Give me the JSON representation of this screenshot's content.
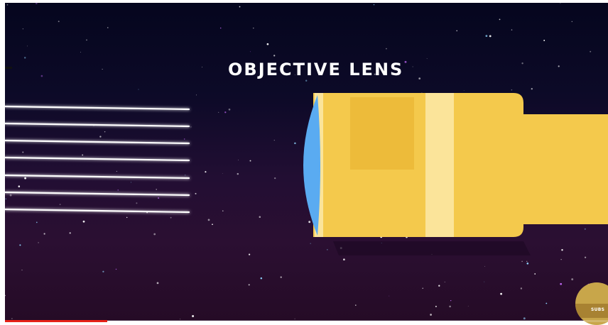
{
  "video": {
    "caption": "OBJECTIVE LENS",
    "subscribe_label": "SUBS",
    "progress_fraction": 0.17
  },
  "colors": {
    "space_top": "#05061e",
    "space_bottom": "#2b0f32",
    "telescope_yellow": "#f4c94c",
    "telescope_yellow_dark": "#edbb3a",
    "telescope_band": "#fbe49a",
    "lens_blue": "#5aabf1",
    "light_ray": "#ffffff",
    "progress_played": "#e62117"
  },
  "icons": {
    "telescope": "telescope-illustration",
    "lens": "objective-lens-icon",
    "light_rays": "light-rays-icon"
  }
}
